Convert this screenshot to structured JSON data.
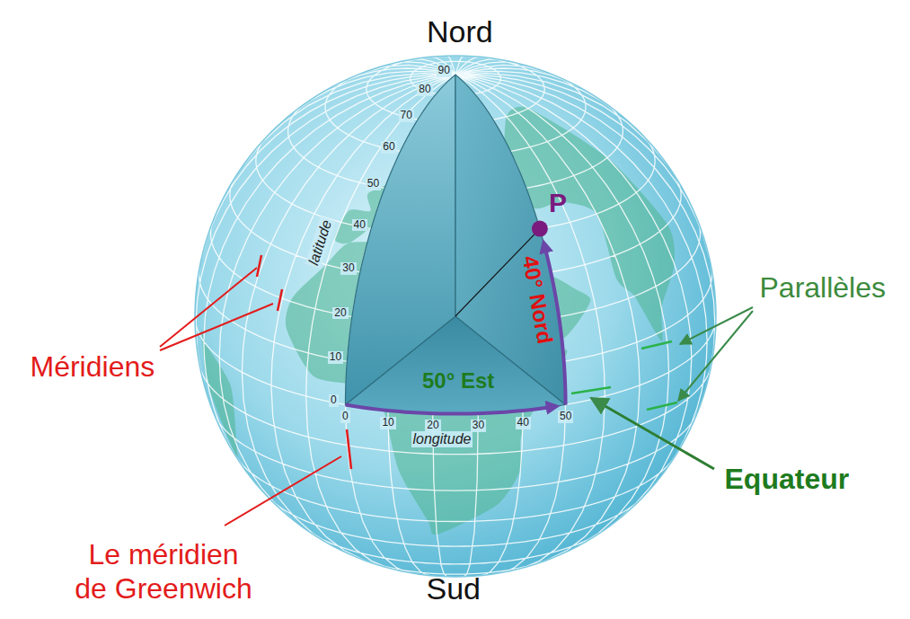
{
  "diagram": {
    "labels": [
      "Nord",
      "Sud",
      "Méridiens",
      "Le méridien de Greenwich",
      "Parallèles",
      "Equateur",
      "P",
      "40° Nord",
      "50° Est",
      "latitude",
      "longitude",
      "0",
      "10",
      "20",
      "30",
      "40",
      "50",
      "60",
      "70",
      "80",
      "90",
      "0",
      "10",
      "20",
      "30",
      "40",
      "50"
    ]
  }
}
